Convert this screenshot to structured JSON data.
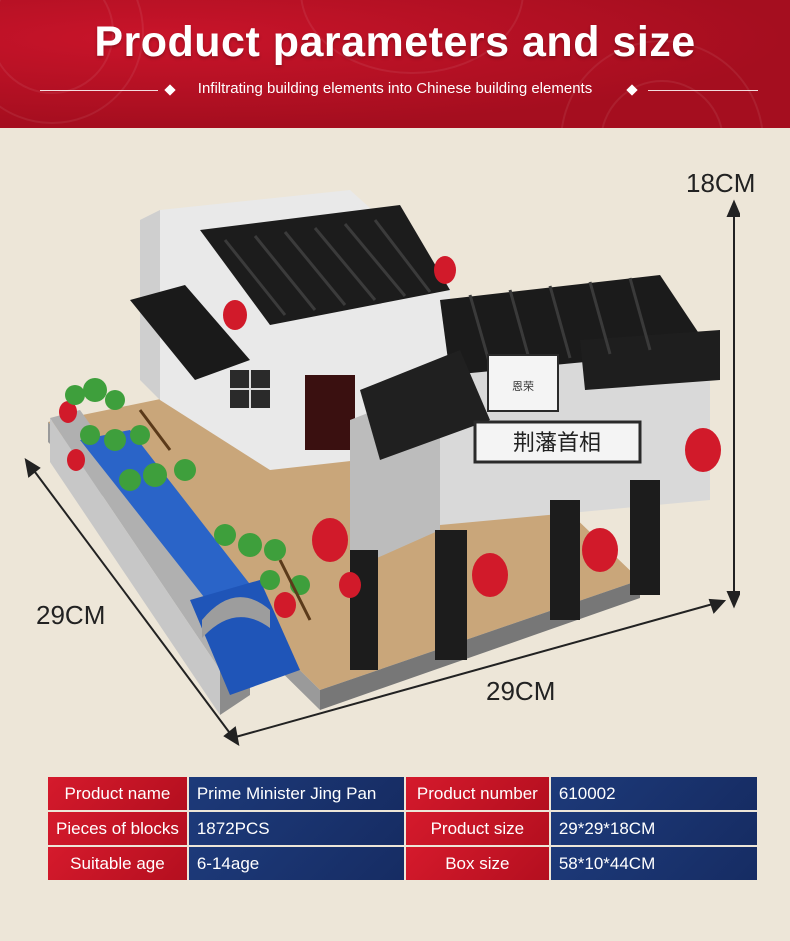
{
  "banner": {
    "title": "Product parameters and size",
    "subtitle": "Infiltrating building elements into Chinese building elements"
  },
  "dimensions": {
    "height": "18CM",
    "depth": "29CM",
    "width": "29CM"
  },
  "specs": {
    "rows": [
      {
        "label1": "Product name",
        "value1": "Prime Minister Jing Pan",
        "label2": "Product number",
        "value2": "610002"
      },
      {
        "label1": "Pieces of blocks",
        "value1": "1872PCS",
        "label2": "Product size",
        "value2": "29*29*18CM"
      },
      {
        "label1": "Suitable age",
        "value1": "6-14age",
        "label2": "Box size",
        "value2": "58*10*44CM"
      }
    ]
  },
  "sign": {
    "main": "荆藩首相",
    "small": "恩荣"
  },
  "colors": {
    "banner_red": "#b1101f",
    "label_red": "#c8152a",
    "value_blue": "#1b3673",
    "background": "#ede6d8"
  }
}
